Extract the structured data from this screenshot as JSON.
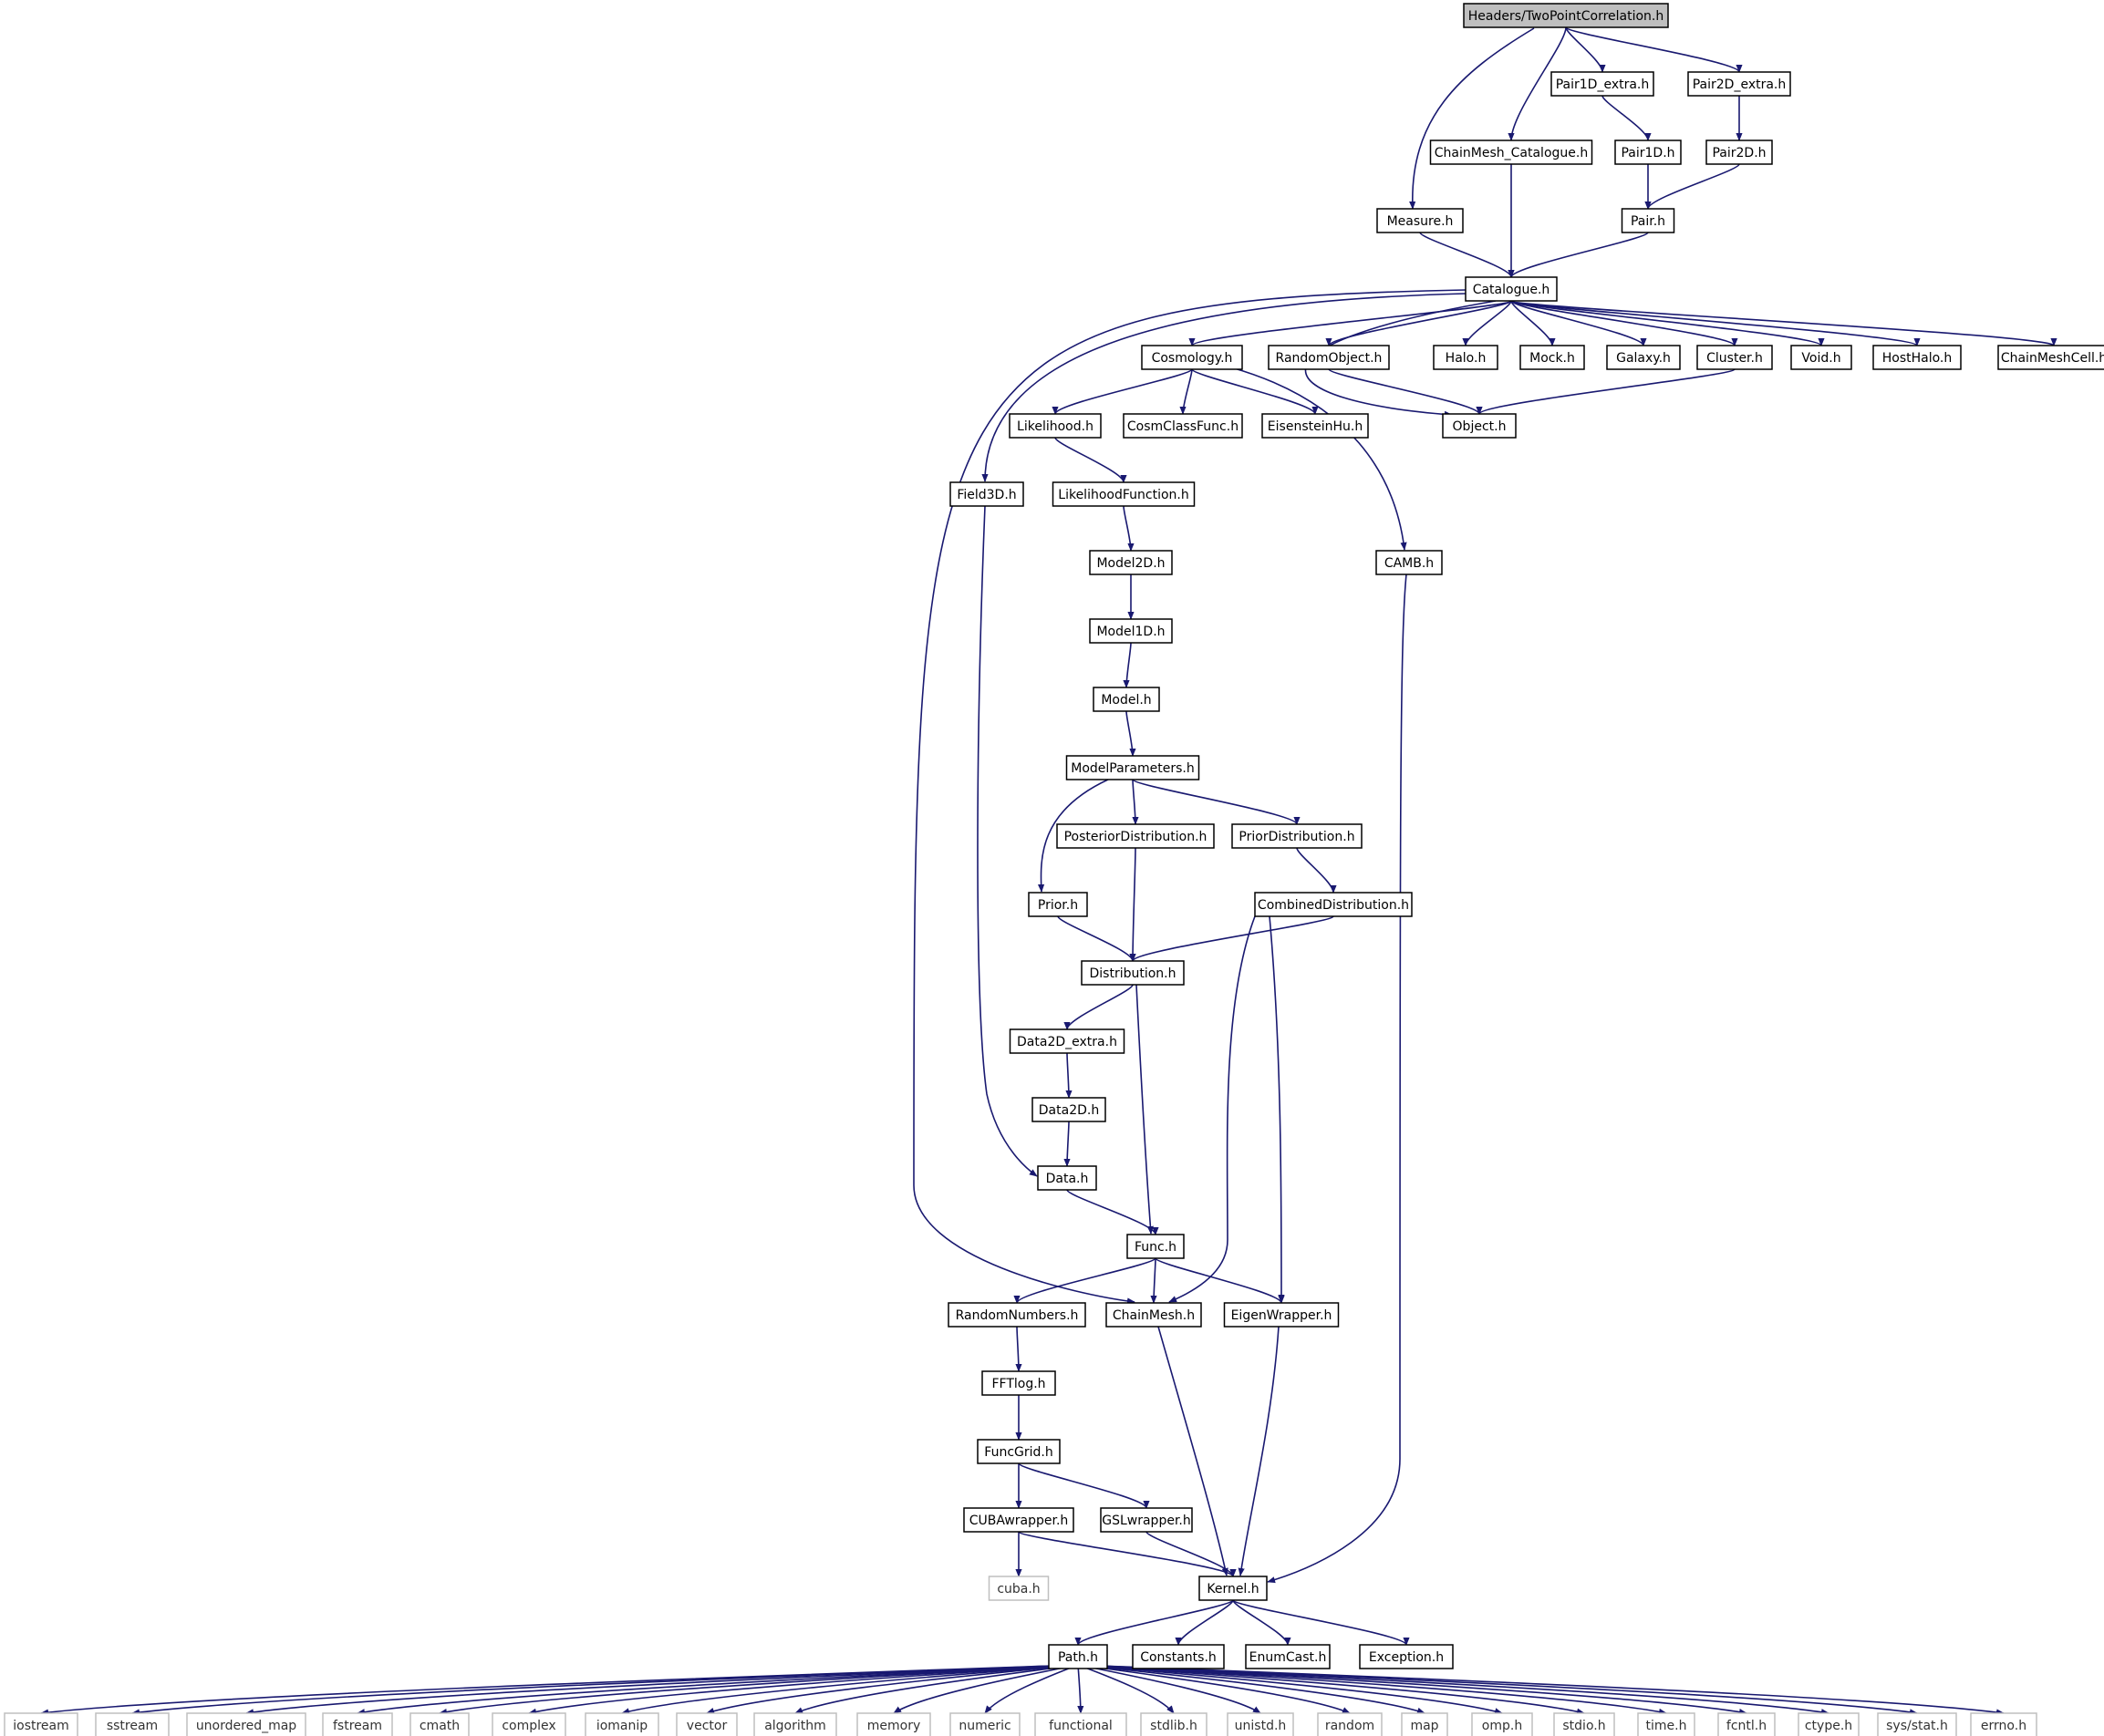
{
  "diagram": {
    "root": "Headers/TwoPointCorrelation.h",
    "colors": {
      "edge": "#191970",
      "root_fill": "#bfbfbf",
      "system_border": "#bfbfbf"
    },
    "nodes": [
      {
        "id": "root",
        "label": "Headers/TwoPointCorrelation.h",
        "kind": "root"
      },
      {
        "id": "pair1dx",
        "label": "Pair1D_extra.h"
      },
      {
        "id": "pair2dx",
        "label": "Pair2D_extra.h"
      },
      {
        "id": "chaincat",
        "label": "ChainMesh_Catalogue.h"
      },
      {
        "id": "pair1d",
        "label": "Pair1D.h"
      },
      {
        "id": "pair2d",
        "label": "Pair2D.h"
      },
      {
        "id": "measure",
        "label": "Measure.h"
      },
      {
        "id": "pair",
        "label": "Pair.h"
      },
      {
        "id": "catalogue",
        "label": "Catalogue.h"
      },
      {
        "id": "cosmology",
        "label": "Cosmology.h"
      },
      {
        "id": "randobj",
        "label": "RandomObject.h"
      },
      {
        "id": "halo",
        "label": "Halo.h"
      },
      {
        "id": "mock",
        "label": "Mock.h"
      },
      {
        "id": "galaxy",
        "label": "Galaxy.h"
      },
      {
        "id": "cluster",
        "label": "Cluster.h"
      },
      {
        "id": "void",
        "label": "Void.h"
      },
      {
        "id": "hosthalo",
        "label": "HostHalo.h"
      },
      {
        "id": "chaincell",
        "label": "ChainMeshCell.h"
      },
      {
        "id": "likelihood",
        "label": "Likelihood.h"
      },
      {
        "id": "cosmclass",
        "label": "CosmClassFunc.h"
      },
      {
        "id": "eisenstein",
        "label": "EisensteinHu.h"
      },
      {
        "id": "object",
        "label": "Object.h"
      },
      {
        "id": "field3d",
        "label": "Field3D.h"
      },
      {
        "id": "likefunc",
        "label": "LikelihoodFunction.h"
      },
      {
        "id": "model2d",
        "label": "Model2D.h"
      },
      {
        "id": "camb",
        "label": "CAMB.h"
      },
      {
        "id": "model1d",
        "label": "Model1D.h"
      },
      {
        "id": "model",
        "label": "Model.h"
      },
      {
        "id": "modelparams",
        "label": "ModelParameters.h"
      },
      {
        "id": "posterior",
        "label": "PosteriorDistribution.h"
      },
      {
        "id": "priordist",
        "label": "PriorDistribution.h"
      },
      {
        "id": "prior",
        "label": "Prior.h"
      },
      {
        "id": "combined",
        "label": "CombinedDistribution.h"
      },
      {
        "id": "distribution",
        "label": "Distribution.h"
      },
      {
        "id": "data2dx",
        "label": "Data2D_extra.h"
      },
      {
        "id": "data2d",
        "label": "Data2D.h"
      },
      {
        "id": "data",
        "label": "Data.h"
      },
      {
        "id": "func",
        "label": "Func.h"
      },
      {
        "id": "randnum",
        "label": "RandomNumbers.h"
      },
      {
        "id": "chainmesh",
        "label": "ChainMesh.h"
      },
      {
        "id": "eigen",
        "label": "EigenWrapper.h"
      },
      {
        "id": "fftlog",
        "label": "FFTlog.h"
      },
      {
        "id": "funcgrid",
        "label": "FuncGrid.h"
      },
      {
        "id": "cuba",
        "label": "CUBAwrapper.h"
      },
      {
        "id": "gsl",
        "label": "GSLwrapper.h"
      },
      {
        "id": "cubah",
        "label": "cuba.h",
        "kind": "system"
      },
      {
        "id": "kernel",
        "label": "Kernel.h"
      },
      {
        "id": "path",
        "label": "Path.h"
      },
      {
        "id": "constants",
        "label": "Constants.h"
      },
      {
        "id": "enumcast",
        "label": "EnumCast.h"
      },
      {
        "id": "exception",
        "label": "Exception.h"
      },
      {
        "id": "iostream",
        "label": "iostream",
        "kind": "system"
      },
      {
        "id": "sstream",
        "label": "sstream",
        "kind": "system"
      },
      {
        "id": "umap",
        "label": "unordered_map",
        "kind": "system"
      },
      {
        "id": "fstream",
        "label": "fstream",
        "kind": "system"
      },
      {
        "id": "cmath",
        "label": "cmath",
        "kind": "system"
      },
      {
        "id": "complex",
        "label": "complex",
        "kind": "system"
      },
      {
        "id": "iomanip",
        "label": "iomanip",
        "kind": "system"
      },
      {
        "id": "vector",
        "label": "vector",
        "kind": "system"
      },
      {
        "id": "algorithm",
        "label": "algorithm",
        "kind": "system"
      },
      {
        "id": "memory",
        "label": "memory",
        "kind": "system"
      },
      {
        "id": "numeric",
        "label": "numeric",
        "kind": "system"
      },
      {
        "id": "functional",
        "label": "functional",
        "kind": "system"
      },
      {
        "id": "stdlib",
        "label": "stdlib.h",
        "kind": "system"
      },
      {
        "id": "unistd",
        "label": "unistd.h",
        "kind": "system"
      },
      {
        "id": "random",
        "label": "random",
        "kind": "system"
      },
      {
        "id": "map",
        "label": "map",
        "kind": "system"
      },
      {
        "id": "omp",
        "label": "omp.h",
        "kind": "system"
      },
      {
        "id": "stdio",
        "label": "stdio.h",
        "kind": "system"
      },
      {
        "id": "time",
        "label": "time.h",
        "kind": "system"
      },
      {
        "id": "fcntl",
        "label": "fcntl.h",
        "kind": "system"
      },
      {
        "id": "ctype",
        "label": "ctype.h",
        "kind": "system"
      },
      {
        "id": "sysstat",
        "label": "sys/stat.h",
        "kind": "system"
      },
      {
        "id": "errno",
        "label": "errno.h",
        "kind": "system"
      }
    ],
    "edges": [
      [
        "root",
        "pair1dx"
      ],
      [
        "root",
        "pair2dx"
      ],
      [
        "root",
        "chaincat"
      ],
      [
        "root",
        "measure"
      ],
      [
        "pair1dx",
        "pair1d"
      ],
      [
        "pair2dx",
        "pair2d"
      ],
      [
        "pair1d",
        "pair"
      ],
      [
        "pair2d",
        "pair"
      ],
      [
        "chaincat",
        "catalogue"
      ],
      [
        "measure",
        "catalogue"
      ],
      [
        "pair",
        "catalogue"
      ],
      [
        "catalogue",
        "cosmology"
      ],
      [
        "catalogue",
        "randobj"
      ],
      [
        "catalogue",
        "halo"
      ],
      [
        "catalogue",
        "mock"
      ],
      [
        "catalogue",
        "galaxy"
      ],
      [
        "catalogue",
        "cluster"
      ],
      [
        "catalogue",
        "void"
      ],
      [
        "catalogue",
        "hosthalo"
      ],
      [
        "catalogue",
        "chaincell"
      ],
      [
        "catalogue",
        "object"
      ],
      [
        "catalogue",
        "field3d"
      ],
      [
        "catalogue",
        "chainmesh"
      ],
      [
        "cosmology",
        "likelihood"
      ],
      [
        "cosmology",
        "cosmclass"
      ],
      [
        "cosmology",
        "eisenstein"
      ],
      [
        "cosmology",
        "camb"
      ],
      [
        "randobj",
        "object"
      ],
      [
        "cluster",
        "object"
      ],
      [
        "likelihood",
        "likefunc"
      ],
      [
        "likefunc",
        "model2d"
      ],
      [
        "model2d",
        "model1d"
      ],
      [
        "model1d",
        "model"
      ],
      [
        "model",
        "modelparams"
      ],
      [
        "modelparams",
        "posterior"
      ],
      [
        "modelparams",
        "priordist"
      ],
      [
        "modelparams",
        "prior"
      ],
      [
        "priordist",
        "combined"
      ],
      [
        "prior",
        "distribution"
      ],
      [
        "posterior",
        "distribution"
      ],
      [
        "combined",
        "distribution"
      ],
      [
        "combined",
        "chainmesh"
      ],
      [
        "combined",
        "eigen"
      ],
      [
        "distribution",
        "data2dx"
      ],
      [
        "distribution",
        "func"
      ],
      [
        "data2dx",
        "data2d"
      ],
      [
        "data2d",
        "data"
      ],
      [
        "field3d",
        "data"
      ],
      [
        "data",
        "func"
      ],
      [
        "func",
        "randnum"
      ],
      [
        "func",
        "chainmesh"
      ],
      [
        "func",
        "eigen"
      ],
      [
        "randnum",
        "fftlog"
      ],
      [
        "fftlog",
        "funcgrid"
      ],
      [
        "funcgrid",
        "cuba"
      ],
      [
        "funcgrid",
        "gsl"
      ],
      [
        "cuba",
        "cubah"
      ],
      [
        "cuba",
        "kernel"
      ],
      [
        "gsl",
        "kernel"
      ],
      [
        "chainmesh",
        "kernel"
      ],
      [
        "eigen",
        "kernel"
      ],
      [
        "camb",
        "kernel"
      ],
      [
        "kernel",
        "path"
      ],
      [
        "kernel",
        "constants"
      ],
      [
        "kernel",
        "enumcast"
      ],
      [
        "kernel",
        "exception"
      ],
      [
        "path",
        "iostream"
      ],
      [
        "path",
        "sstream"
      ],
      [
        "path",
        "umap"
      ],
      [
        "path",
        "fstream"
      ],
      [
        "path",
        "cmath"
      ],
      [
        "path",
        "complex"
      ],
      [
        "path",
        "iomanip"
      ],
      [
        "path",
        "vector"
      ],
      [
        "path",
        "algorithm"
      ],
      [
        "path",
        "memory"
      ],
      [
        "path",
        "numeric"
      ],
      [
        "path",
        "functional"
      ],
      [
        "path",
        "stdlib"
      ],
      [
        "path",
        "unistd"
      ],
      [
        "path",
        "random"
      ],
      [
        "path",
        "map"
      ],
      [
        "path",
        "omp"
      ],
      [
        "path",
        "stdio"
      ],
      [
        "path",
        "time"
      ],
      [
        "path",
        "fcntl"
      ],
      [
        "path",
        "ctype"
      ],
      [
        "path",
        "sysstat"
      ],
      [
        "path",
        "errno"
      ]
    ]
  }
}
